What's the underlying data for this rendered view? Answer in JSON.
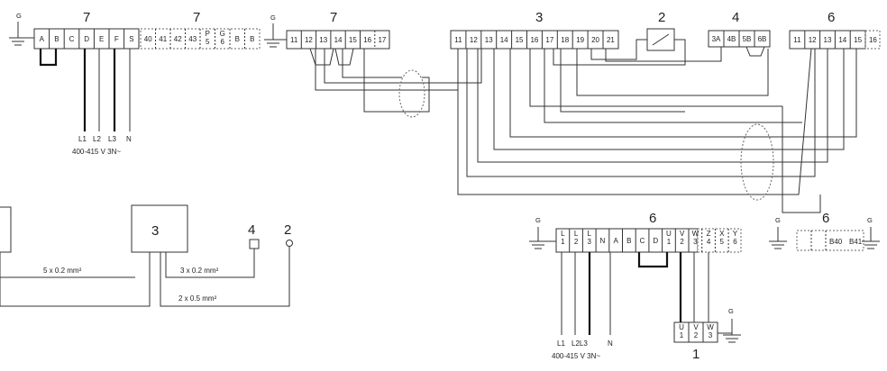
{
  "blocks": {
    "b7a": {
      "label": "7",
      "terminals": [
        "A",
        "B",
        "C",
        "D",
        "E",
        "F",
        "S"
      ],
      "supply": [
        "L1",
        "L2",
        "L3",
        "N"
      ],
      "voltage": "400-415 V 3N~"
    },
    "b7b": {
      "label": "7",
      "terminals": [
        "40",
        "41",
        "42",
        "43",
        "P\n5",
        "G\n6",
        "B",
        "B"
      ]
    },
    "b7c": {
      "label": "7",
      "terminals": [
        "11",
        "12",
        "13",
        "14",
        "15",
        "16",
        "17"
      ]
    },
    "b3": {
      "label": "3",
      "terminals": [
        "11",
        "12",
        "13",
        "14",
        "15",
        "16",
        "17",
        "18",
        "19",
        "20",
        "21"
      ]
    },
    "b2": {
      "label": "2"
    },
    "b4": {
      "label": "4",
      "terminals": [
        "3A",
        "4B",
        "5B",
        "6B"
      ]
    },
    "b6a": {
      "label": "6",
      "terminals": [
        "11",
        "12",
        "13",
        "14",
        "15",
        "16"
      ]
    },
    "b6b": {
      "label": "6",
      "terminals": [
        "L\n1",
        "L\n2",
        "L\n3",
        "N",
        "A",
        "B",
        "C",
        "D",
        "U\n1",
        "V\n2",
        "W\n3",
        "Z\n4",
        "X\n5",
        "Y\n6"
      ],
      "supply": [
        "L1",
        "L2L3",
        "N"
      ],
      "voltage": "400-415 V 3N~"
    },
    "b6c": {
      "label": "6",
      "terminals": [
        "B40",
        "B41"
      ]
    },
    "b1": {
      "label": "1",
      "terminals": [
        "U\n1",
        "V\n2",
        "W\n3"
      ]
    }
  },
  "ground": "G",
  "overview": {
    "box3": "3",
    "item4": "4",
    "item2": "2",
    "cable1": "5 x 0.2 mm²",
    "cable2": "3 x 0.2 mm²",
    "cable3": "2 x 0.5 mm²"
  }
}
